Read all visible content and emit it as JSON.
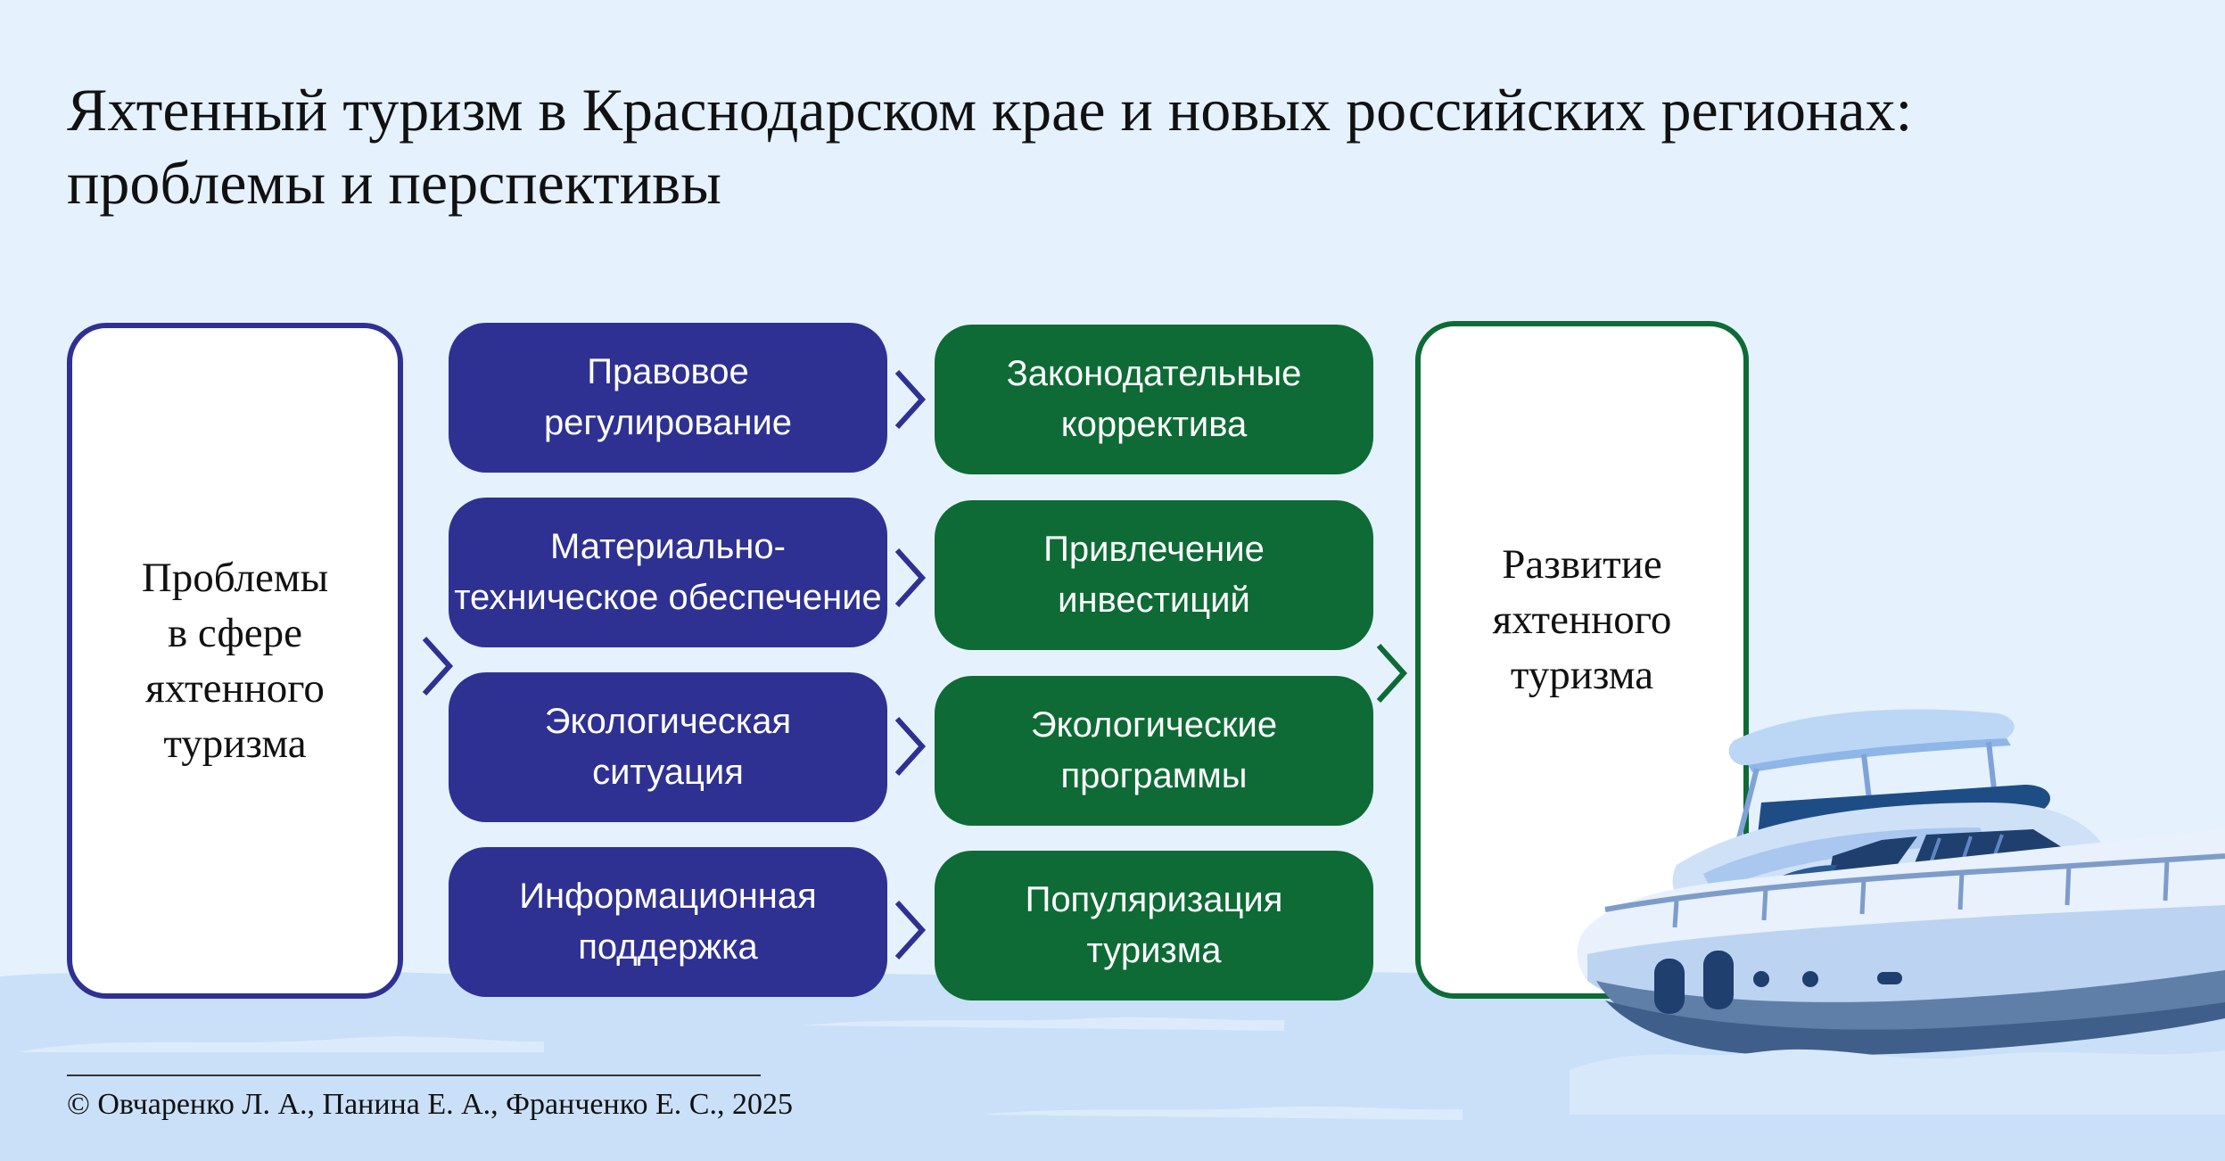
{
  "title": "Яхтенный туризм в Краснодарском крае и новых российских регионах: проблемы и перспективы",
  "left_box": "Проблемы\nв сфере\nяхтенного\nтуризма",
  "right_box": "Развитие\nяхтенного\nтуризма",
  "problems": [
    "Правовое\nрегулирование",
    "Материально-\nтехническое обеспечение",
    "Экологическая\nситуация",
    "Информационная\nподдержка"
  ],
  "solutions": [
    "Законодательные\nкорректива",
    "Привлечение\nинвестиций",
    "Экологические\nпрограммы",
    "Популяризация\nтуризма"
  ],
  "copyright": "© Овчаренко Л. А., Панина Е. А., Франченко Е. С., 2025",
  "colors": {
    "background": "#e5f1fd",
    "water": "#c9e0f8",
    "problem_fill": "#2e3192",
    "solution_fill": "#0e6b36",
    "problem_border": "#2e3192",
    "solution_border": "#0e6b36"
  },
  "icons": [
    "chevron-right-icon",
    "yacht-illustration"
  ]
}
